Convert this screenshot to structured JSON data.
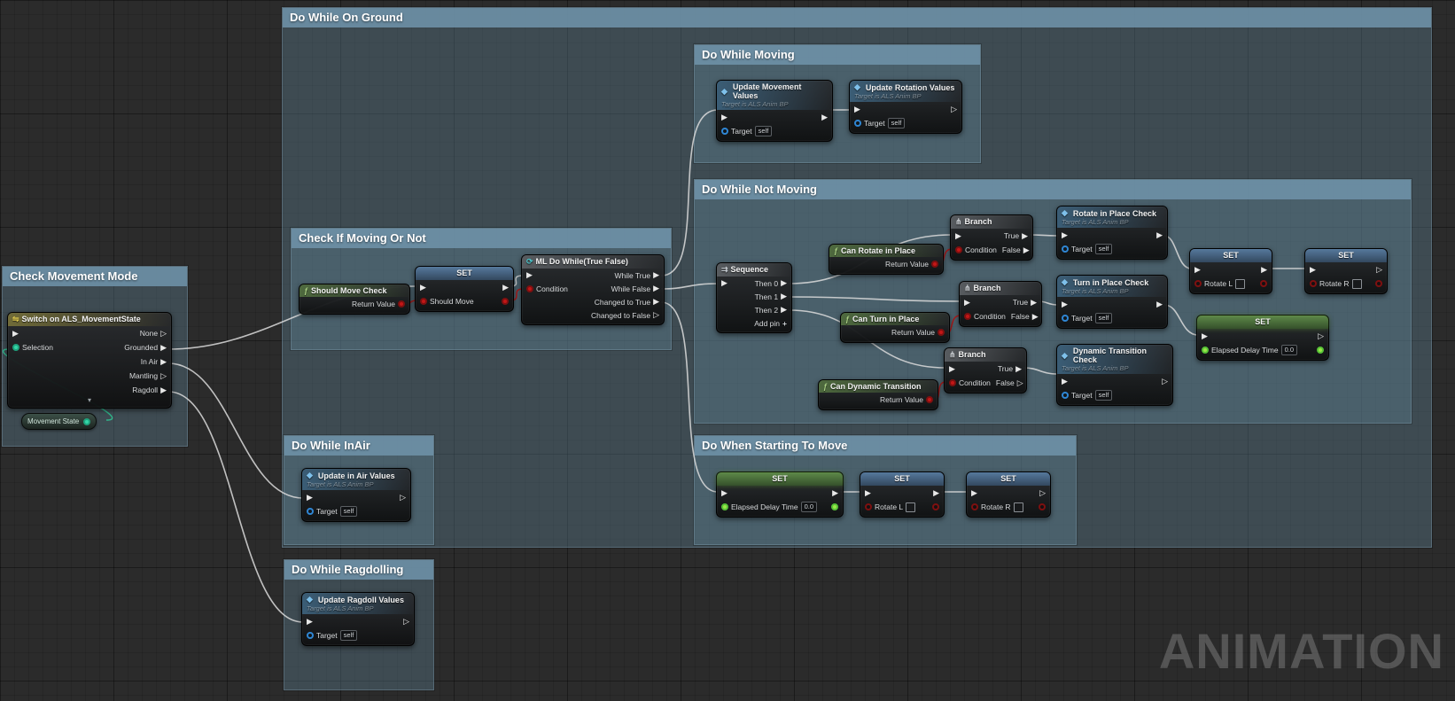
{
  "watermark": "ANIMATION",
  "icons": {
    "exec_filled": "▶",
    "exec_empty": "▷",
    "function": "◆",
    "pure_function": "ƒ",
    "macro_loop": "⟳",
    "sequence": "⇉",
    "branch": "⋔",
    "switch": "⇋",
    "add": "+",
    "chevron_down": "▾"
  },
  "comments": {
    "on_ground": "Do While On Ground",
    "moving": "Do While Moving",
    "not_moving": "Do While Not Moving",
    "check_moving": "Check If Moving Or Not",
    "movement_mode": "Check Movement Mode",
    "inair": "Do While InAir",
    "starting": "Do When Starting To Move",
    "ragdolling": "Do While Ragdolling"
  },
  "nodes": {
    "switch": {
      "title": "Switch on ALS_MovementState",
      "selection": "Selection",
      "none": "None",
      "grounded": "Grounded",
      "in_air": "In Air",
      "mantling": "Mantling",
      "ragdoll": "Ragdoll",
      "variable": "Movement State"
    },
    "should_move_check": {
      "title": "Should Move Check",
      "return": "Return Value"
    },
    "set_should_move": {
      "title": "SET",
      "pin": "Should Move"
    },
    "ml_do_while": {
      "title": "ML Do While(True False)",
      "condition": "Condition",
      "while_true": "While True",
      "while_false": "While False",
      "changed_true": "Changed to True",
      "changed_false": "Changed to False"
    },
    "update_movement": {
      "title": "Update Movement Values",
      "subtitle": "Target is ALS Anim BP",
      "target": "Target",
      "target_value": "self"
    },
    "update_rotation": {
      "title": "Update Rotation Values",
      "subtitle": "Target is ALS Anim BP",
      "target": "Target",
      "target_value": "self"
    },
    "sequence": {
      "title": "Sequence",
      "then0": "Then 0",
      "then1": "Then 1",
      "then2": "Then 2",
      "add_pin": "Add pin"
    },
    "can_rotate": {
      "title": "Can Rotate in Place",
      "return": "Return Value"
    },
    "can_turn": {
      "title": "Can Turn in Place",
      "return": "Return Value"
    },
    "can_dynamic": {
      "title": "Can Dynamic Transition",
      "return": "Return Value"
    },
    "branch": {
      "title": "Branch",
      "condition": "Condition",
      "true": "True",
      "false": "False"
    },
    "rotate_check": {
      "title": "Rotate in Place Check",
      "subtitle": "Target is ALS Anim BP",
      "target": "Target",
      "target_value": "self"
    },
    "turn_check": {
      "title": "Turn in Place Check",
      "subtitle": "Target is ALS Anim BP",
      "target": "Target",
      "target_value": "self"
    },
    "dynamic_check": {
      "title": "Dynamic Transition Check",
      "subtitle": "Target is ALS Anim BP",
      "target": "Target",
      "target_value": "self"
    },
    "set_rotate_l": {
      "title": "SET",
      "pin": "Rotate L"
    },
    "set_rotate_r": {
      "title": "SET",
      "pin": "Rotate R"
    },
    "set_elapsed": {
      "title": "SET",
      "pin": "Elapsed Delay Time",
      "value": "0.0"
    },
    "update_inair": {
      "title": "Update in Air Values",
      "subtitle": "Target is ALS Anim BP",
      "target": "Target",
      "target_value": "self"
    },
    "update_ragdoll": {
      "title": "Update Ragdoll Values",
      "subtitle": "Target is ALS Anim BP",
      "target": "Target",
      "target_value": "self"
    }
  }
}
